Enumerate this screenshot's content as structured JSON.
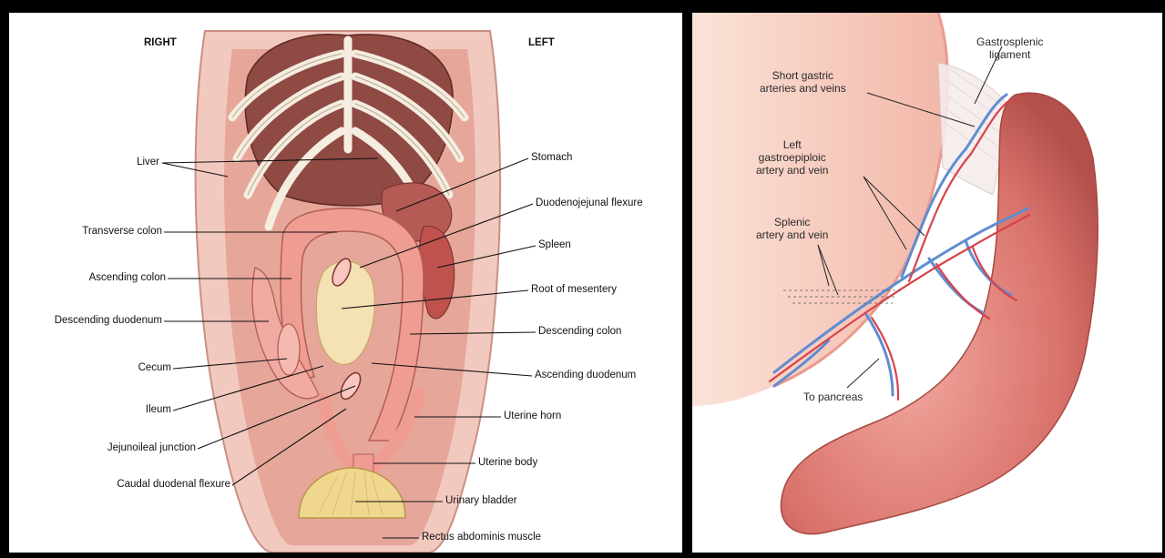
{
  "left_panel": {
    "orientation": {
      "right": "RIGHT",
      "left": "LEFT"
    },
    "labels": {
      "liver": "Liver",
      "transverse_colon": "Transverse colon",
      "ascending_colon": "Ascending colon",
      "descending_duodenum": "Descending duodenum",
      "cecum": "Cecum",
      "ileum": "Ileum",
      "jejunoileal_junction": "Jejunoileal junction",
      "caudal_duodenal_flexure": "Caudal duodenal flexure",
      "stomach": "Stomach",
      "duodenojejunal_flexure": "Duodenojejunal flexure",
      "spleen": "Spleen",
      "root_of_mesentery": "Root of mesentery",
      "descending_colon": "Descending colon",
      "ascending_duodenum": "Ascending duodenum",
      "uterine_horn": "Uterine horn",
      "uterine_body": "Uterine body",
      "urinary_bladder": "Urinary bladder",
      "rectus_abdominis_muscle": "Rectus abdominis muscle"
    }
  },
  "right_panel": {
    "labels": {
      "gastrosplenic_ligament": "Gastrosplenic\nligament",
      "short_gastric": "Short gastric\narteries and veins",
      "left_gastroepiploic": "Left\ngastroepiploic\nartery and vein",
      "splenic": "Splenic\nartery and vein",
      "to_pancreas": "To pancreas"
    }
  }
}
